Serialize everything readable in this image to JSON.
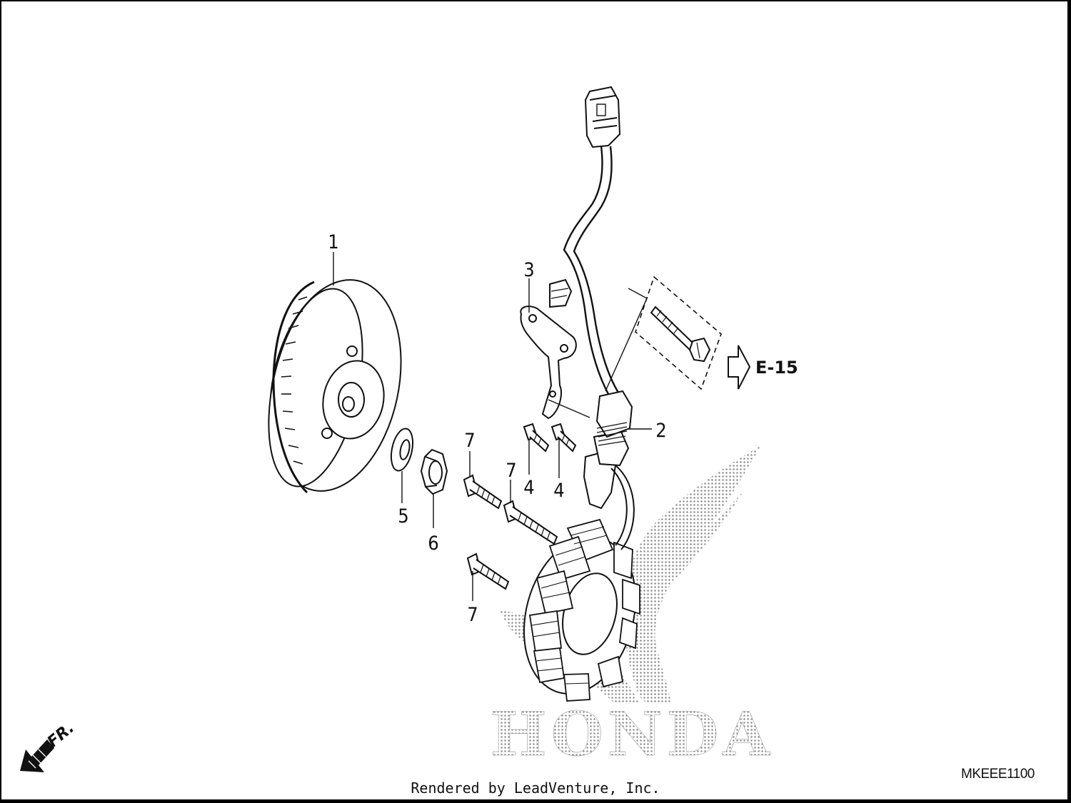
{
  "callouts": [
    "1",
    "2",
    "3",
    "4",
    "4",
    "5",
    "6",
    "7",
    "7",
    "7"
  ],
  "reference_code": "E-15",
  "front_label": "FR.",
  "watermark_text": "HONDA",
  "diagram_code": "MKEEE1100",
  "credit": "Rendered by LeadVenture, Inc.",
  "colors": {
    "line": "#111111",
    "watermark": "#9a9a9a",
    "background": "#ffffff"
  },
  "icons": {
    "front_direction": "arrow-down-left-icon",
    "reference": "hollow-arrow-right-icon"
  }
}
